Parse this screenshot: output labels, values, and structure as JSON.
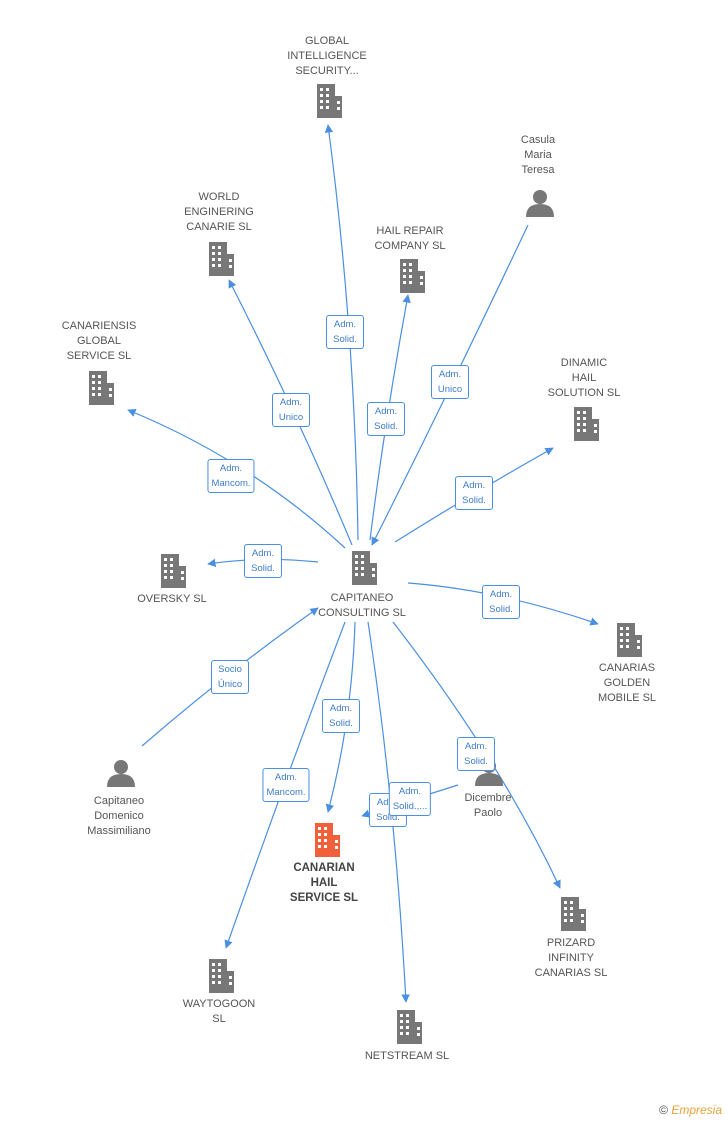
{
  "nodes": [
    {
      "id": "global_intel",
      "label": "GLOBAL\nINTELLIGENCE\nSECURITY...",
      "kind": "company"
    },
    {
      "id": "casula",
      "label": "Casula\nMaria\nTeresa",
      "kind": "person"
    },
    {
      "id": "world_eng",
      "label": "WORLD\nENGINERING\nCANARIE  SL",
      "kind": "company"
    },
    {
      "id": "hail_repair",
      "label": "HAIL REPAIR\nCOMPANY  SL",
      "kind": "company"
    },
    {
      "id": "canariensis",
      "label": "CANARIENSIS\nGLOBAL\nSERVICE SL",
      "kind": "company"
    },
    {
      "id": "dinamic",
      "label": "DINAMIC\nHAIL\nSOLUTION  SL",
      "kind": "company"
    },
    {
      "id": "oversky",
      "label": "OVERSKY SL",
      "kind": "company"
    },
    {
      "id": "capitaneo_consulting",
      "label": "CAPITANEO\nCONSULTING SL",
      "kind": "company"
    },
    {
      "id": "canarias_golden",
      "label": "CANARIAS\nGOLDEN\nMOBILE  SL",
      "kind": "company"
    },
    {
      "id": "capitaneo_domenico",
      "label": "Capitaneo\nDomenico\nMassimiliano",
      "kind": "person"
    },
    {
      "id": "dicembre",
      "label": "Dicembre\nPaolo",
      "kind": "person"
    },
    {
      "id": "canarian_hail",
      "label": "CANARIAN\nHAIL\nSERVICE  SL",
      "kind": "focus"
    },
    {
      "id": "prizard",
      "label": "PRIZARD\nINFINITY\nCANARIAS  SL",
      "kind": "company"
    },
    {
      "id": "waytogoon",
      "label": "WAYTOGOON\nSL",
      "kind": "company"
    },
    {
      "id": "netstream",
      "label": "NETSTREAM  SL",
      "kind": "company"
    }
  ],
  "roles": [
    {
      "id": "r_global",
      "text": "Adm.\nSolid."
    },
    {
      "id": "r_world",
      "text": "Adm.\nUnico"
    },
    {
      "id": "r_hail_repair",
      "text": "Adm.\nSolid."
    },
    {
      "id": "r_casula",
      "text": "Adm.\nUnico"
    },
    {
      "id": "r_canariensis",
      "text": "Adm.\nMancom."
    },
    {
      "id": "r_dinamic",
      "text": "Adm.\nSolid."
    },
    {
      "id": "r_oversky",
      "text": "Adm.\nSolid."
    },
    {
      "id": "r_golden",
      "text": "Adm.\nSolid."
    },
    {
      "id": "r_socio",
      "text": "Socio\nÚnico"
    },
    {
      "id": "r_canarian",
      "text": "Adm.\nSolid."
    },
    {
      "id": "r_waytogoon",
      "text": "Adm.\nMancom."
    },
    {
      "id": "r_prizard",
      "text": "Adm.\nSolid."
    },
    {
      "id": "r_netstream",
      "text": "Adm.\nSolid."
    },
    {
      "id": "r_dicembre",
      "text": "Adm.\nSolid.,..."
    }
  ],
  "colors": {
    "edge": "#4a8fe0",
    "building": "#777777",
    "focus": "#f0603a",
    "person": "#777777"
  },
  "footer": {
    "copyright": "©",
    "brand": "Empresia"
  }
}
